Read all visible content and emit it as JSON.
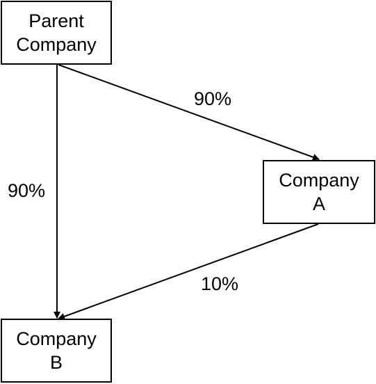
{
  "nodes": {
    "parent": {
      "line1": "Parent",
      "line2": "Company"
    },
    "company_a": {
      "line1": "Company",
      "line2": "A"
    },
    "company_b": {
      "line1": "Company",
      "line2": "B"
    }
  },
  "edges": {
    "parent_to_a": {
      "label": "90%"
    },
    "parent_to_b": {
      "label": "90%"
    },
    "a_to_b": {
      "label": "10%"
    }
  },
  "colors": {
    "line": "#000000",
    "background": "#ffffff"
  }
}
